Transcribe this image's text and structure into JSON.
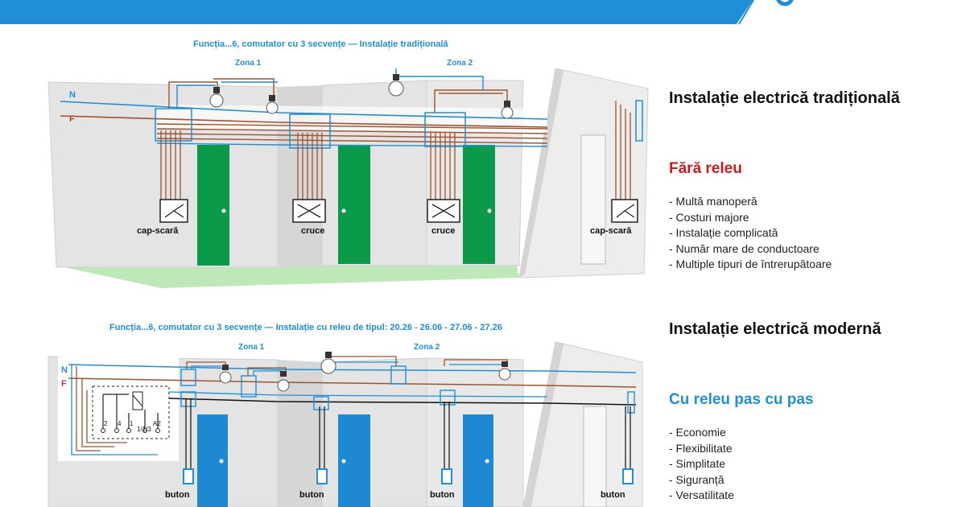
{
  "colors": {
    "banner": "#1f8fd6",
    "accent_red": "#d0191b",
    "accent_blue": "#1f8fd6",
    "door_green": "#0a9a4a",
    "door_blue": "#1e88d2",
    "wire_brown": "#a0522d",
    "wire_blue": "#1f8fd6"
  },
  "top": {
    "title": "Funcția...6, comutator cu 3 secvențe — Instalație tradițională",
    "zone1": "Zona 1",
    "zone2": "Zona 2",
    "n": "N",
    "f": "F",
    "switch1": "cap-scară",
    "switch2": "cruce",
    "switch3": "cruce",
    "switch4": "cap-scară"
  },
  "bottom": {
    "title": "Funcția...6, comutator cu 3 secvențe — Instalație cu releu de tipul: 20.26 - 26.06 - 27.06 - 27.26",
    "zone1": "Zona 1",
    "zone2": "Zona 2",
    "n": "N",
    "f": "F",
    "t2": "2",
    "t4": "4",
    "t1": "1",
    "t11": "1/1/3",
    "ta2": "A2",
    "button1": "buton",
    "button2": "buton",
    "button3": "buton",
    "button4": "buton"
  },
  "traditional": {
    "heading": "Instalație electrică tradițională",
    "subtitle": "Fără releu",
    "items": [
      "- Multă manoperă",
      "- Costuri majore",
      "- Instalație complicată",
      "- Număr mare de conductoare",
      "- Multiple tipuri de întrerupătoare"
    ]
  },
  "modern": {
    "heading": "Instalație electrică modernă",
    "subtitle": "Cu releu pas cu pas",
    "items": [
      "- Economie",
      "- Flexibilitate",
      "- Simplitate",
      "- Siguranță",
      "- Versatilitate"
    ]
  }
}
